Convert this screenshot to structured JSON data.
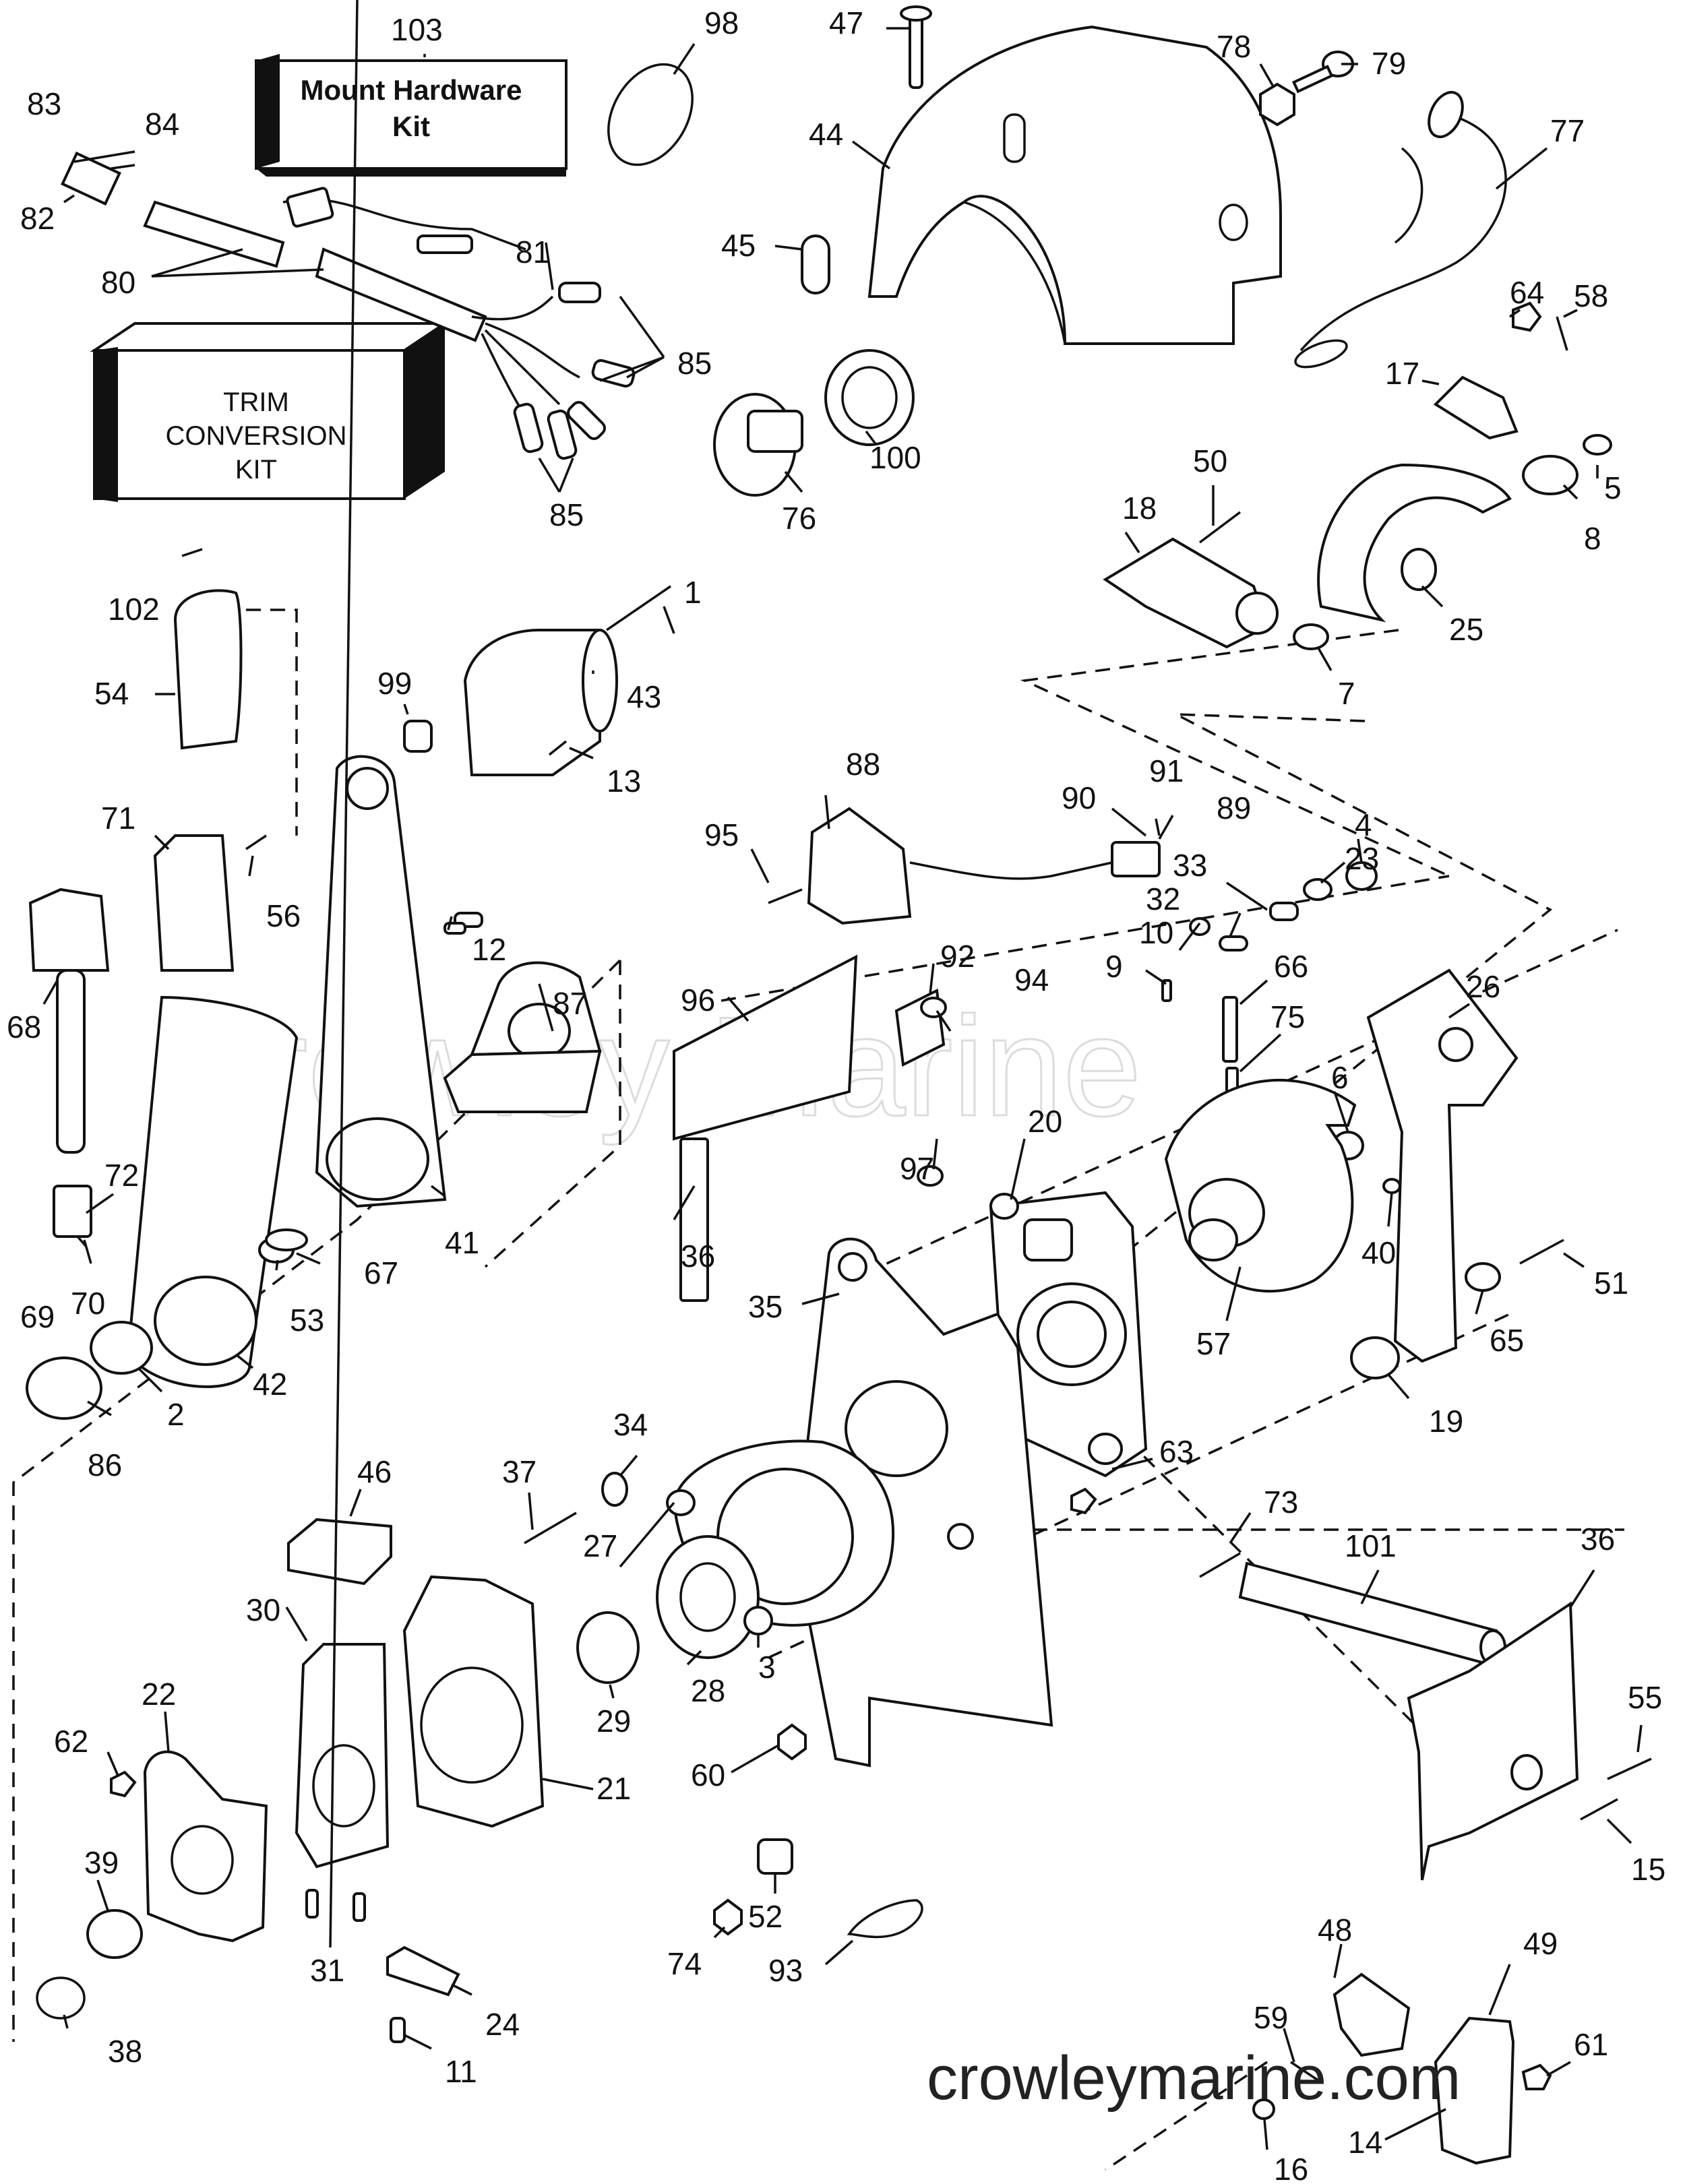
{
  "kits": {
    "mount_hardware": [
      "Mount Hardware",
      "Kit"
    ],
    "trim_conversion": [
      "TRIM",
      "CONVERSION",
      "KIT"
    ]
  },
  "watermark": {
    "background": "Crowley Marine",
    "footer": "crowleymarine.com"
  },
  "part_labels": [
    "1",
    "2",
    "3",
    "4",
    "5",
    "6",
    "7",
    "8",
    "9",
    "10",
    "11",
    "12",
    "13",
    "14",
    "15",
    "16",
    "17",
    "18",
    "19",
    "20",
    "21",
    "22",
    "23",
    "24",
    "25",
    "26",
    "27",
    "28",
    "29",
    "30",
    "31",
    "32",
    "33",
    "34",
    "35",
    "36",
    "37",
    "38",
    "39",
    "40",
    "41",
    "42",
    "43",
    "44",
    "45",
    "46",
    "47",
    "48",
    "49",
    "50",
    "51",
    "52",
    "53",
    "54",
    "55",
    "56",
    "57",
    "58",
    "59",
    "60",
    "61",
    "62",
    "63",
    "64",
    "65",
    "66",
    "67",
    "68",
    "69",
    "70",
    "71",
    "72",
    "73",
    "74",
    "75",
    "76",
    "77",
    "78",
    "79",
    "80",
    "81",
    "82",
    "83",
    "84",
    "85",
    "86",
    "87",
    "88",
    "89",
    "90",
    "91",
    "92",
    "93",
    "94",
    "95",
    "96",
    "97",
    "98",
    "99",
    "100",
    "101",
    "102",
    "103"
  ],
  "styling": {
    "ink": "#111111",
    "paper": "#ffffff",
    "watermark": "#dcdcdc"
  }
}
